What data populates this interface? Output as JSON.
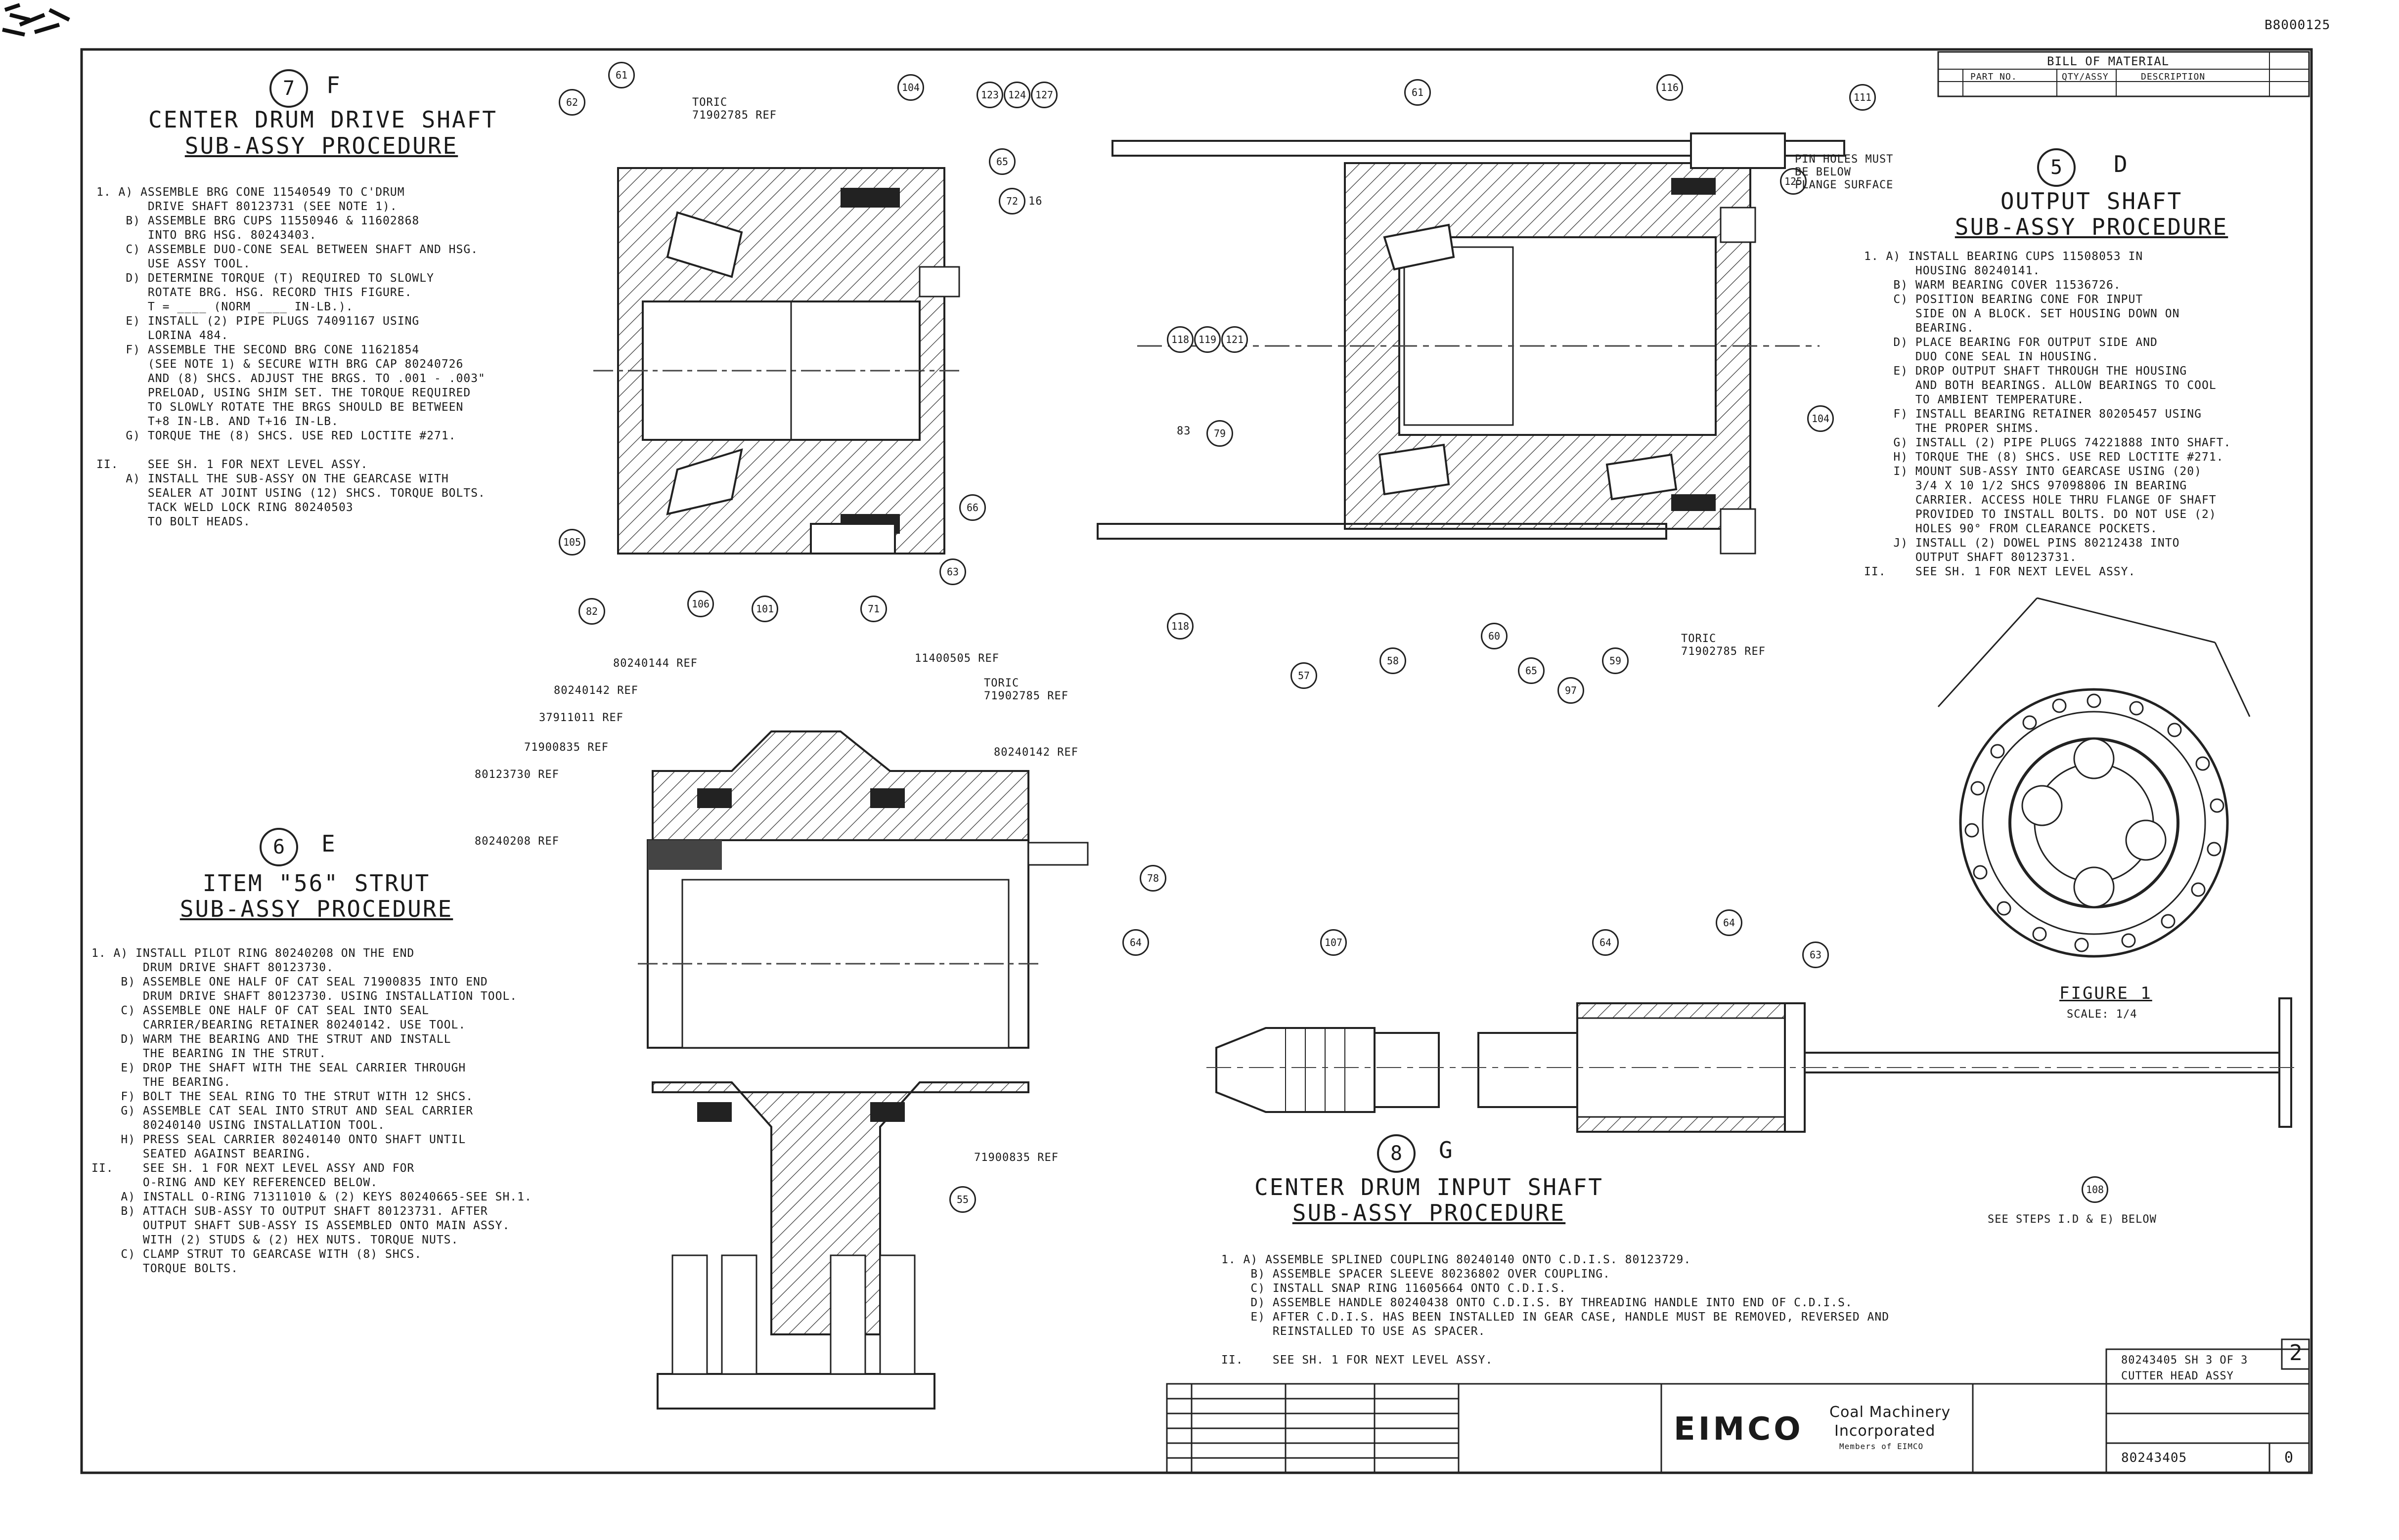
{
  "corner_doc_number": "B8000125",
  "sections": {
    "s7": {
      "number": "7",
      "letter": "F",
      "title_line1": "CENTER DRUM DRIVE SHAFT",
      "title_line2": "SUB-ASSY PROCEDURE",
      "steps": [
        "1. A) ASSEMBLE BRG CONE 11540549 TO C'DRUM",
        "       DRIVE SHAFT 80123731 (SEE NOTE 1).",
        "    B) ASSEMBLE BRG CUPS 11550946 & 11602868",
        "       INTO BRG HSG. 80243403.",
        "    C) ASSEMBLE DUO-CONE SEAL BETWEEN SHAFT AND HSG.",
        "       USE ASSY TOOL.",
        "    D) DETERMINE TORQUE (T) REQUIRED TO SLOWLY",
        "       ROTATE BRG. HSG. RECORD THIS FIGURE.",
        "       T = ____ (NORM ____ IN-LB.).",
        "    E) INSTALL (2) PIPE PLUGS 74091167 USING",
        "       LORINA 484.",
        "    F) ASSEMBLE THE SECOND BRG CONE 11621854",
        "       (SEE NOTE 1) & SECURE WITH BRG CAP 80240726",
        "       AND (8) SHCS. ADJUST THE BRGS. TO .001 - .003\"",
        "       PRELOAD, USING SHIM SET. THE TORQUE REQUIRED",
        "       TO SLOWLY ROTATE THE BRGS SHOULD BE BETWEEN",
        "       T+8 IN-LB. AND T+16 IN-LB.",
        "    G) TORQUE THE (8) SHCS. USE RED LOCTITE #271.",
        "",
        "II.    SEE SH. 1 FOR NEXT LEVEL ASSY.",
        "    A) INSTALL THE SUB-ASSY ON THE GEARCASE WITH",
        "       SEALER AT JOINT USING (12) SHCS. TORQUE BOLTS.",
        "       TACK WELD LOCK RING 80240503",
        "       TO BOLT HEADS."
      ]
    },
    "s5": {
      "number": "5",
      "letter": "D",
      "title_line1": "OUTPUT SHAFT",
      "title_line2": "SUB-ASSY PROCEDURE",
      "steps": [
        "1. A) INSTALL BEARING CUPS 11508053 IN",
        "       HOUSING 80240141.",
        "    B) WARM BEARING COVER 11536726.",
        "    C) POSITION BEARING CONE FOR INPUT",
        "       SIDE ON A BLOCK. SET HOUSING DOWN ON",
        "       BEARING.",
        "    D) PLACE BEARING FOR OUTPUT SIDE AND",
        "       DUO CONE SEAL IN HOUSING.",
        "    E) DROP OUTPUT SHAFT THROUGH THE HOUSING",
        "       AND BOTH BEARINGS. ALLOW BEARINGS TO COOL",
        "       TO AMBIENT TEMPERATURE.",
        "    F) INSTALL BEARING RETAINER 80205457 USING",
        "       THE PROPER SHIMS.",
        "    G) INSTALL (2) PIPE PLUGS 74221888 INTO SHAFT.",
        "    H) TORQUE THE (8) SHCS. USE RED LOCTITE #271.",
        "    I) MOUNT SUB-ASSY INTO GEARCASE USING (20)",
        "       3/4 X 10 1/2 SHCS 97098806 IN BEARING",
        "       CARRIER. ACCESS HOLE THRU FLANGE OF SHAFT",
        "       PROVIDED TO INSTALL BOLTS. DO NOT USE (2)",
        "       HOLES 90° FROM CLEARANCE POCKETS.",
        "    J) INSTALL (2) DOWEL PINS 80212438 INTO",
        "       OUTPUT SHAFT 80123731.",
        "II.    SEE SH. 1 FOR NEXT LEVEL ASSY."
      ]
    },
    "s6": {
      "number": "6",
      "letter": "E",
      "title_line1": "ITEM \"56\" STRUT",
      "title_line2": "SUB-ASSY PROCEDURE",
      "steps": [
        "1. A) INSTALL PILOT RING 80240208 ON THE END",
        "       DRUM DRIVE SHAFT 80123730.",
        "    B) ASSEMBLE ONE HALF OF CAT SEAL 71900835 INTO END",
        "       DRUM DRIVE SHAFT 80123730. USING INSTALLATION TOOL.",
        "    C) ASSEMBLE ONE HALF OF CAT SEAL INTO SEAL",
        "       CARRIER/BEARING RETAINER 80240142. USE TOOL.",
        "    D) WARM THE BEARING AND THE STRUT AND INSTALL",
        "       THE BEARING IN THE STRUT.",
        "    E) DROP THE SHAFT WITH THE SEAL CARRIER THROUGH",
        "       THE BEARING.",
        "    F) BOLT THE SEAL RING TO THE STRUT WITH 12 SHCS.",
        "    G) ASSEMBLE CAT SEAL INTO STRUT AND SEAL CARRIER",
        "       80240140 USING INSTALLATION TOOL.",
        "    H) PRESS SEAL CARRIER 80240140 ONTO SHAFT UNTIL",
        "       SEATED AGAINST BEARING.",
        "II.    SEE SH. 1 FOR NEXT LEVEL ASSY AND FOR",
        "       O-RING AND KEY REFERENCED BELOW.",
        "    A) INSTALL O-RING 71311010 & (2) KEYS 80240665-SEE SH.1.",
        "    B) ATTACH SUB-ASSY TO OUTPUT SHAFT 80123731. AFTER",
        "       OUTPUT SHAFT SUB-ASSY IS ASSEMBLED ONTO MAIN ASSY.",
        "       WITH (2) STUDS & (2) HEX NUTS. TORQUE NUTS.",
        "    C) CLAMP STRUT TO GEARCASE WITH (8) SHCS.",
        "       TORQUE BOLTS."
      ]
    },
    "s8": {
      "number": "8",
      "letter": "G",
      "title_line1": "CENTER DRUM INPUT SHAFT",
      "title_line2": "SUB-ASSY PROCEDURE",
      "steps": [
        "1. A) ASSEMBLE SPLINED COUPLING 80240140 ONTO C.D.I.S. 80123729.",
        "    B) ASSEMBLE SPACER SLEEVE 80236802 OVER COUPLING.",
        "    C) INSTALL SNAP RING 11605664 ONTO C.D.I.S.",
        "    D) ASSEMBLE HANDLE 80240438 ONTO C.D.I.S. BY THREADING HANDLE INTO END OF C.D.I.S.",
        "    E) AFTER C.D.I.S. HAS BEEN INSTALLED IN GEAR CASE, HANDLE MUST BE REMOVED, REVERSED AND",
        "       REINSTALLED TO USE AS SPACER.",
        "",
        "II.    SEE SH. 1 FOR NEXT LEVEL ASSY."
      ]
    }
  },
  "callouts": {
    "tl": [
      "61",
      "62",
      "104",
      "123",
      "124",
      "127",
      "65",
      "72",
      "16",
      "105",
      "82",
      "106",
      "101",
      "71",
      "66",
      "63"
    ],
    "tr": [
      "61",
      "116",
      "111",
      "118",
      "119",
      "121",
      "83",
      "79",
      "104",
      "125",
      "57",
      "58",
      "60",
      "65",
      "59",
      "97"
    ],
    "mid": [
      "78",
      "64",
      "55"
    ],
    "bot": [
      "107",
      "64",
      "64",
      "63",
      "108"
    ]
  },
  "refs": {
    "toric_tl": "TORIC\n71902785 REF",
    "toric_mid": "TORIC\n71902785 REF",
    "toric_tr": "TORIC\n71902785 REF",
    "pins_note": "PIN HOLES MUST\nBE BELOW\nFLANGE SURFACE",
    "r1": "80240144 REF",
    "r2": "80240142 REF",
    "r3": "37911011 REF",
    "r4": "71900835 REF",
    "r5": "80123730 REF",
    "r6": "80240208 REF",
    "r7": "11400505 REF",
    "r8": "80240142 REF",
    "r9": "71900835 REF",
    "see_steps": "SEE STEPS I.D & E) BELOW"
  },
  "figure": {
    "label": "FIGURE 1",
    "scale": "SCALE: 1/4"
  },
  "bom": {
    "title": "BILL OF MATERIAL",
    "cols": [
      "PART NO.",
      "QTY/ASSY",
      "DESCRIPTION"
    ]
  },
  "title_block": {
    "logo": "EIMCO",
    "company_line1": "Coal Machinery",
    "company_line2": "Incorporated",
    "company_line3": "Members of EIMCO",
    "sheet": "80243405 SH 3 OF 3",
    "title": "CUTTER HEAD ASSY",
    "dwg_no": "80243405",
    "rev": "0",
    "sheet_mark": "2"
  }
}
